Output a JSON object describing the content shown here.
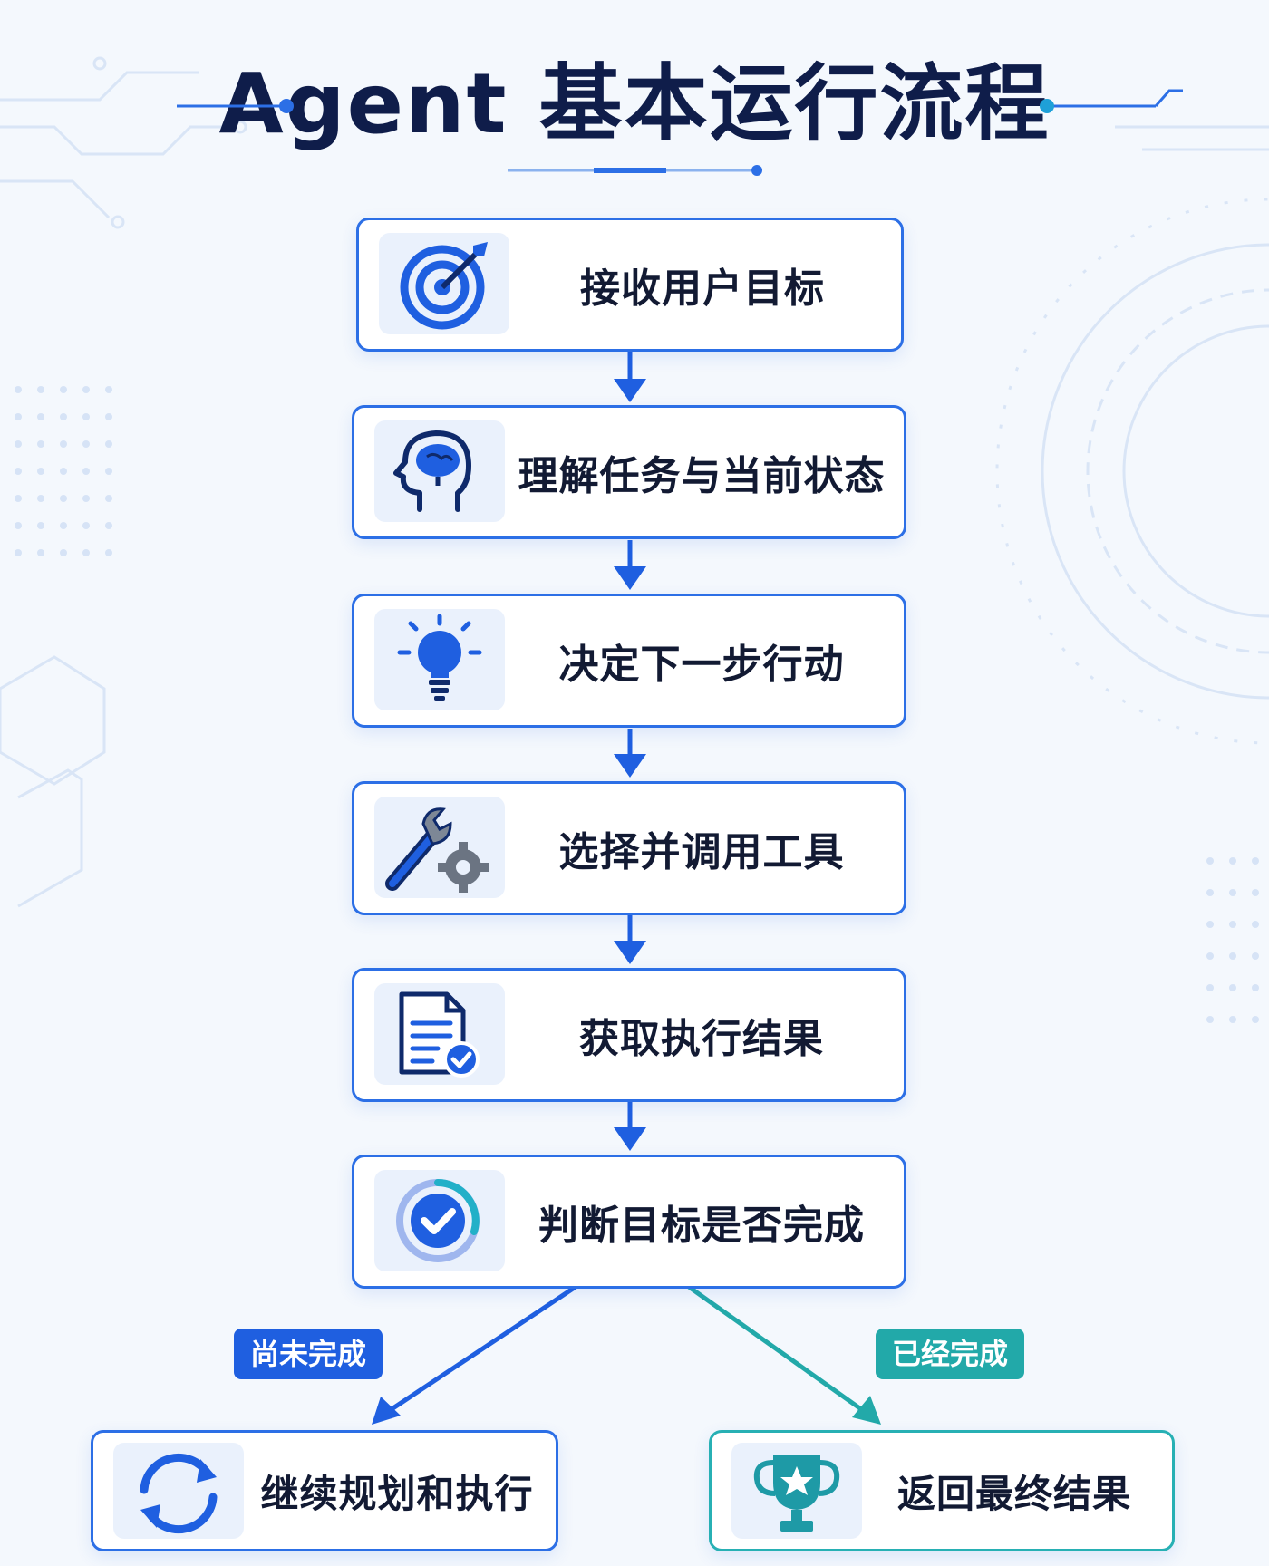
{
  "title": "Agent 基本运行流程",
  "steps": [
    {
      "label": "接收用户目标",
      "icon": "target-icon"
    },
    {
      "label": "理解任务与当前状态",
      "icon": "brain-head-icon"
    },
    {
      "label": "决定下一步行动",
      "icon": "lightbulb-icon"
    },
    {
      "label": "选择并调用工具",
      "icon": "wrench-gear-icon"
    },
    {
      "label": "获取执行结果",
      "icon": "document-check-icon"
    },
    {
      "label": "判断目标是否完成",
      "icon": "check-circle-icon"
    }
  ],
  "branches": {
    "not_done": {
      "badge": "尚未完成",
      "label": "继续规划和执行",
      "icon": "refresh-cycle-icon",
      "color": "#1f5fe0"
    },
    "done": {
      "badge": "已经完成",
      "label": "返回最终结果",
      "icon": "trophy-icon",
      "color": "#22a9a9"
    }
  },
  "colors": {
    "accent_blue": "#2c6fe6",
    "accent_teal": "#27b0b4",
    "title": "#0f1d4a",
    "text": "#121a33"
  }
}
